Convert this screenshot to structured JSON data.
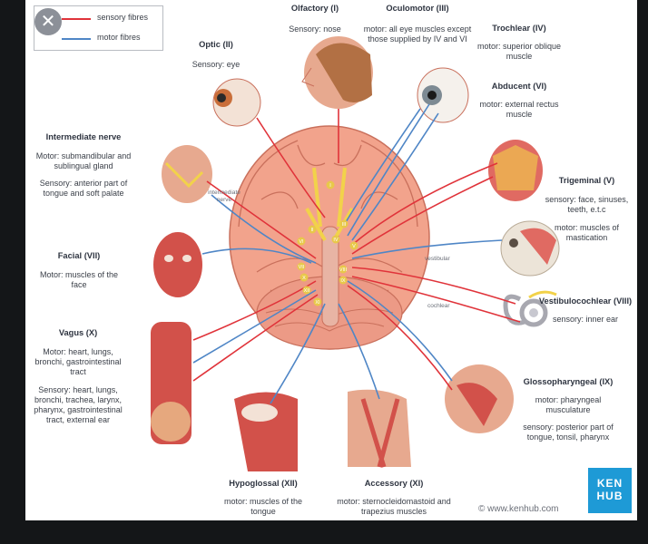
{
  "legend": {
    "items": [
      {
        "label": "sensory fibres",
        "color": "#e0333a"
      },
      {
        "label": "motor fibres",
        "color": "#4f86c6"
      }
    ]
  },
  "colors": {
    "sensory": "#e0333a",
    "motor": "#4f86c6",
    "brain": "#f2a38c",
    "logo": "#1e9ad6"
  },
  "close_button": {
    "icon": "close-icon",
    "glyph": "✕"
  },
  "nerves": {
    "olfactory": {
      "title": "Olfactory (I)",
      "desc": "Sensory: nose"
    },
    "optic": {
      "title": "Optic (II)",
      "desc": "Sensory: eye"
    },
    "oculomotor": {
      "title": "Oculomotor (III)",
      "desc": "motor: all eye muscles except those supplied by IV and VI"
    },
    "trochlear": {
      "title": "Trochlear (IV)",
      "desc": "motor: superior oblique muscle"
    },
    "abducent": {
      "title": "Abducent (VI)",
      "desc": "motor: external rectus muscle"
    },
    "intermediate": {
      "title": "Intermediate nerve",
      "motor": "Motor: submandibular and sublingual gland",
      "sensory": "Sensory: anterior part of tongue and soft palate"
    },
    "trigeminal": {
      "title": "Trigeminal (V)",
      "sensory": "sensory: face, sinuses, teeth, e.t.c",
      "motor": "motor: muscles of mastication"
    },
    "facial": {
      "title": "Facial (VII)",
      "desc": "Motor: muscles of the face"
    },
    "vestibulocochlear": {
      "title": "Vestibulocochlear (VIII)",
      "desc": "sensory: inner ear"
    },
    "vagus": {
      "title": "Vagus (X)",
      "motor": "Motor: heart, lungs, bronchi, gastrointestinal tract",
      "sensory": "Sensory: heart, lungs, bronchi, trachea, larynx, pharynx, gastrointestinal tract, external ear"
    },
    "glossopharyngeal": {
      "title": "Glossopharyngeal (IX)",
      "motor": "motor: pharyngeal musculature",
      "sensory": "sensory: posterior part of tongue, tonsil, pharynx"
    },
    "hypoglossal": {
      "title": "Hypoglossal (XII)",
      "desc": "motor: muscles of the tongue"
    },
    "accessory": {
      "title": "Accessory (XI)",
      "desc": "motor: sternocleidomastoid and trapezius muscles"
    }
  },
  "annotations": {
    "intermediate_nerve": "intermediate nerve",
    "vestibular": "vestibular",
    "cochlear": "cochlear"
  },
  "nerve_numerals": [
    "I",
    "II",
    "III",
    "IV",
    "V",
    "VI",
    "VII",
    "VIII",
    "IX",
    "X",
    "XI",
    "XII"
  ],
  "logo": {
    "line1": "KEN",
    "line2": "HUB"
  },
  "copyright": "© www.kenhub.com"
}
